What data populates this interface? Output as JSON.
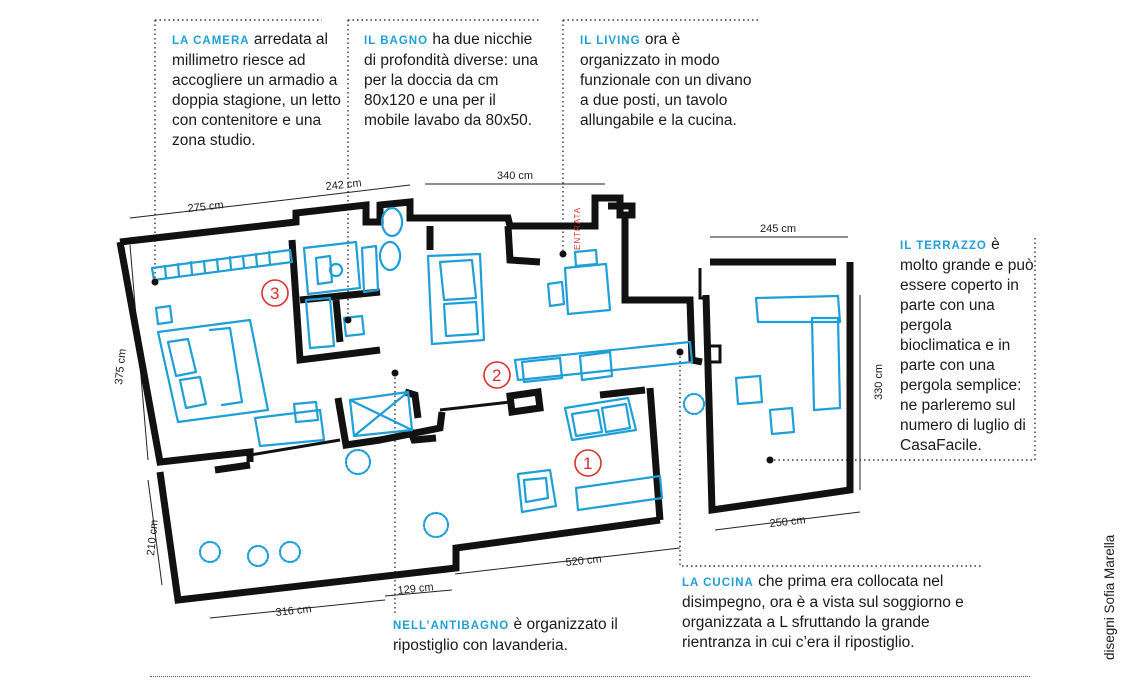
{
  "annotations": {
    "camera": {
      "lead": "LA CAMERA",
      "text": "arredata al millimetro riesce ad accogliere un armadio a doppia stagione, un letto con contenitore e una zona studio."
    },
    "bagno": {
      "lead": "IL BAGNO",
      "text": "ha due nicchie di profondità diverse: una per la doccia da cm 80x120 e una per il mobile lavabo da 80x50."
    },
    "living": {
      "lead": "IL LIVING",
      "text": "ora è organizzato in modo funzionale con un divano a due posti, un tavolo allungabile e la cucina."
    },
    "terrazzo": {
      "lead": "IL TERRAZZO",
      "text": "è molto grande e può essere coperto in parte con una pergola bioclimatica e in parte con una pergola semplice: ne parleremo sul numero di luglio di CasaFacile."
    },
    "antibagno": {
      "lead": "NELL’ANTIBAGNO",
      "text": "è organizzato il ripostiglio con lavanderia."
    },
    "cucina": {
      "lead": "LA CUCINA",
      "text": "che prima era collocata nel disimpegno, ora è a vista sul soggiorno e organizzata a L sfruttando la grande rientranza in cui c’era il ripostiglio."
    }
  },
  "dimensions": {
    "d275": "275 cm",
    "d242": "242 cm",
    "d340": "340 cm",
    "d245": "245 cm",
    "d375": "375 cm",
    "d330": "330 cm",
    "d210": "210 cm",
    "d316": "316 cm",
    "d129": "129 cm",
    "d520": "520 cm",
    "d250": "250 cm"
  },
  "labels": {
    "entrata": "ENTRATA"
  },
  "room_numbers": {
    "r1": "1",
    "r2": "2",
    "r3": "3"
  },
  "credit": "disegni Sofia Marella",
  "colors": {
    "accent_blue": "#1f9fd8",
    "room_number_red": "#d9312b",
    "wall": "#111111"
  }
}
